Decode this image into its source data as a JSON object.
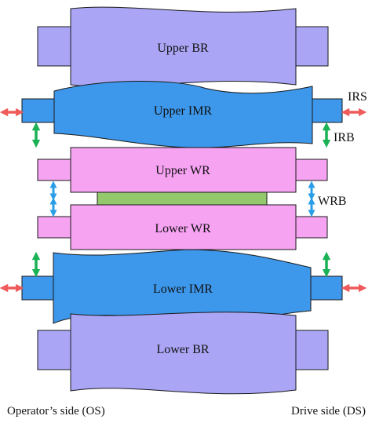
{
  "rolls": {
    "upper_br": "Upper BR",
    "upper_imr": "Upper IMR",
    "upper_wr": "Upper WR",
    "lower_wr": "Lower WR",
    "lower_imr": "Lower IMR",
    "lower_br": "Lower BR"
  },
  "annotations": {
    "irs": "IRS",
    "irb": "IRB",
    "wrb": "WRB"
  },
  "footer": {
    "operator_side": "Operator’s side (OS)",
    "drive_side": "Drive side (DS)"
  },
  "colors": {
    "backup_roll": "#aaa6f5",
    "intermediate_roll": "#3d97ea",
    "work_roll": "#f6a3f2",
    "strip": "#93c86d",
    "shift_arrow": "#ef5a5a",
    "bending_arrow": "#1bb155",
    "wr_bending_arrow": "#2a9de8",
    "outline": "#1a1a1a"
  },
  "icons": {
    "shift": "double-horizontal-arrow",
    "bending": "double-vertical-arrow"
  }
}
